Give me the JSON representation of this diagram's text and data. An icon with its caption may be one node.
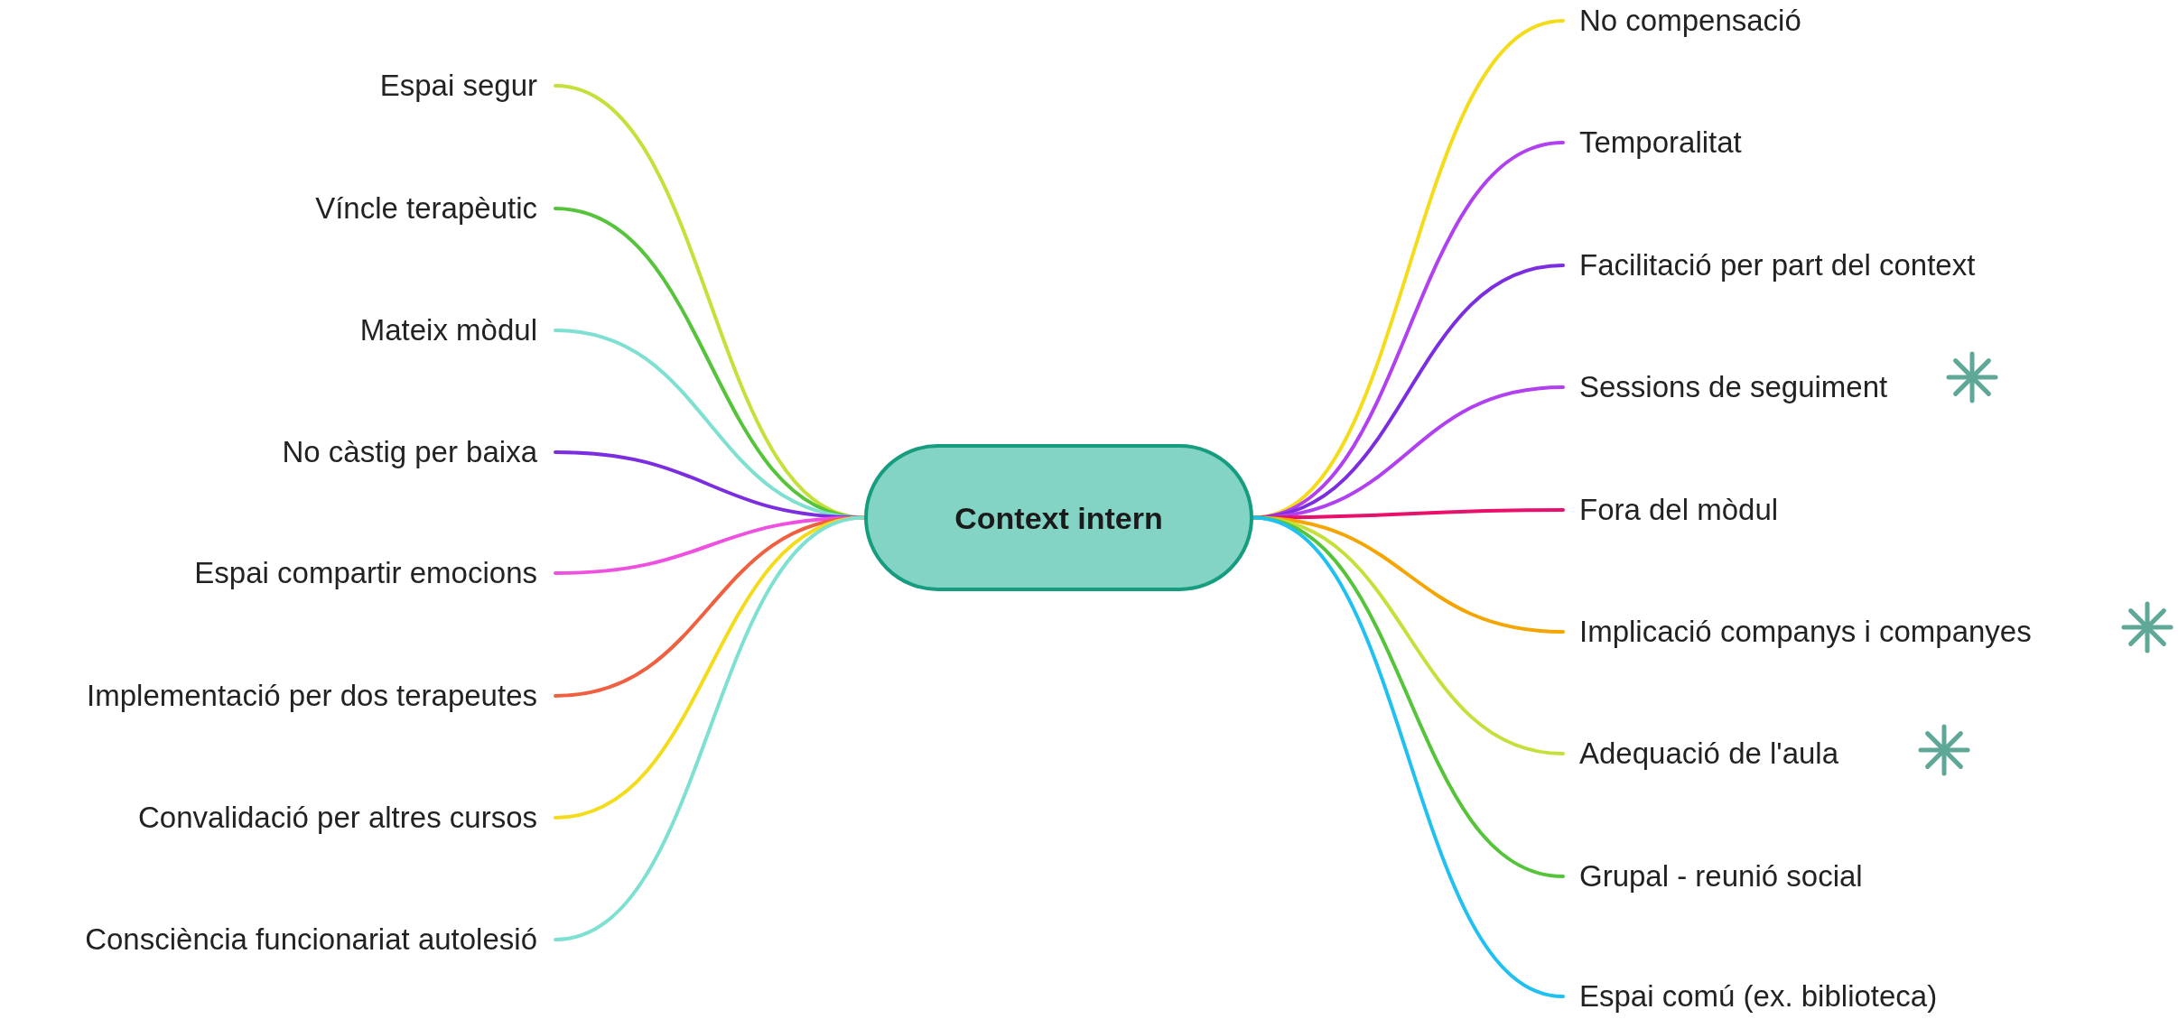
{
  "diagram": {
    "nodes": [
      {
        "text": [
          "Context intern"
        ]
      },
      {
        "text": [
          "Espai segur"
        ]
      },
      {
        "text": [
          "Víncle terapèutic"
        ]
      },
      {
        "text": [
          "Mateix mòdul"
        ]
      },
      {
        "text": [
          "No càstig per baixa"
        ]
      },
      {
        "text": [
          "Espai compartir emocions"
        ]
      },
      {
        "text": [
          "Implementació per dos terapeutes"
        ]
      },
      {
        "text": [
          "Convalidació per altres cursos"
        ]
      },
      {
        "text": [
          "Consciència funcionariat autolesió"
        ]
      },
      {
        "text": [
          "No compensació"
        ]
      },
      {
        "text": [
          "Temporalitat"
        ]
      },
      {
        "text": [
          "Facilitació per part del context"
        ]
      },
      {
        "text": [
          "Sessions de seguiment"
        ]
      },
      {
        "text": [
          "Fora del mòdul"
        ]
      },
      {
        "text": [
          "Implicació companys i companyes"
        ]
      },
      {
        "text": [
          "Adequació de l'aula"
        ]
      },
      {
        "text": [
          "Grupal - reunió social"
        ]
      },
      {
        "text": [
          "Espai comú (ex. biblioteca)"
        ]
      }
    ],
    "edges": [
      {
        "from": 0,
        "to": 1,
        "arrow": "none",
        "color": "#c5e03a"
      },
      {
        "from": 0,
        "to": 2,
        "arrow": "none",
        "color": "#55c43a"
      },
      {
        "from": 0,
        "to": 3,
        "arrow": "none",
        "color": "#7de0d0"
      },
      {
        "from": 0,
        "to": 4,
        "arrow": "none",
        "color": "#7b2ee0"
      },
      {
        "from": 0,
        "to": 5,
        "arrow": "none",
        "color": "#f050e0"
      },
      {
        "from": 0,
        "to": 6,
        "arrow": "none",
        "color": "#f06040"
      },
      {
        "from": 0,
        "to": 7,
        "arrow": "none",
        "color": "#f5dc1a"
      },
      {
        "from": 0,
        "to": 8,
        "arrow": "none",
        "color": "#7de0d0"
      },
      {
        "from": 0,
        "to": 9,
        "arrow": "none",
        "color": "#f5dc1a"
      },
      {
        "from": 0,
        "to": 10,
        "arrow": "none",
        "color": "#b040f0"
      },
      {
        "from": 0,
        "to": 11,
        "arrow": "none",
        "color": "#7b2ee0"
      },
      {
        "from": 0,
        "to": 12,
        "arrow": "none",
        "color": "#b040f0"
      },
      {
        "from": 0,
        "to": 13,
        "arrow": "none",
        "color": "#e8106a"
      },
      {
        "from": 0,
        "to": 14,
        "arrow": "none",
        "color": "#f5a500"
      },
      {
        "from": 0,
        "to": 15,
        "arrow": "none",
        "color": "#c5e03a"
      },
      {
        "from": 0,
        "to": 16,
        "arrow": "none",
        "color": "#55c43a"
      },
      {
        "from": 0,
        "to": 17,
        "arrow": "none",
        "color": "#20c0f0"
      }
    ]
  }
}
